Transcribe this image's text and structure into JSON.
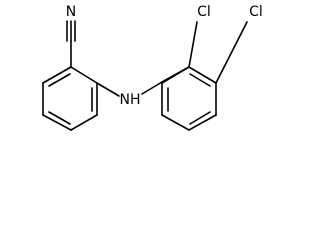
{
  "molecule": {
    "atoms": {
      "nitrile_nitrogen": "N",
      "amine": "NH",
      "chlorine_2": "Cl",
      "chlorine_3": "Cl"
    }
  }
}
